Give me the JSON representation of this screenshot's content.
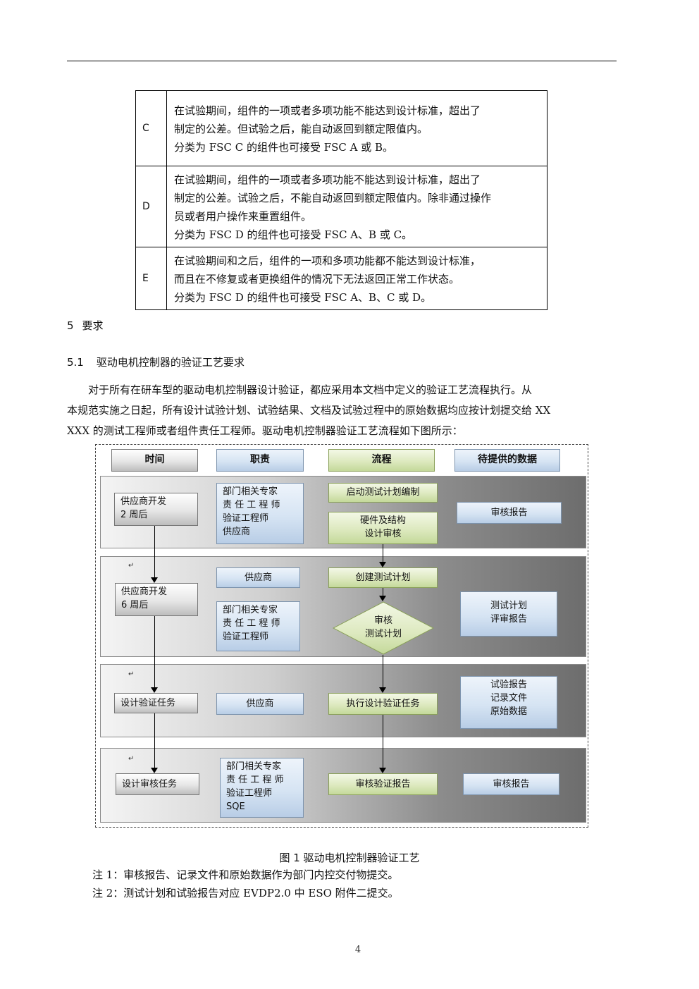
{
  "table": {
    "rows": [
      {
        "class": "C",
        "lines": [
          "在试验期间，组件的一项或者多项功能不能达到设计标准，超出了",
          "制定的公差。但试验之后，能自动返回到额定限值内。",
          "分类为 FSC C 的组件也可接受 FSC A 或 B。"
        ]
      },
      {
        "class": "D",
        "lines": [
          "在试验期间，组件的一项或者多项功能不能达到设计标准，超出了",
          "制定的公差。试验之后，不能自动返回到额定限值内。除非通过操作",
          "员或者用户操作来重置组件。",
          "分类为 FSC D 的组件也可接受 FSC A、B 或 C。"
        ]
      },
      {
        "class": "E",
        "lines": [
          "在试验期间和之后，组件的一项和多项功能都不能达到设计标准，",
          "而且在不修复或者更换组件的情况下无法返回正常工作状态。",
          "分类为 FSC D 的组件也可接受 FSC A、B、C 或 D。"
        ]
      }
    ]
  },
  "section5": {
    "num": "5",
    "title": "要求"
  },
  "section51": {
    "num": "5.1",
    "title": "驱动电机控制器的验证工艺要求"
  },
  "paragraph": [
    "　　对于所有在研车型的驱动电机控制器设计验证，都应采用本文档中定义的验证工艺流程执行。从",
    "本规范实施之日起，所有设计试验计划、试验结果、文档及试验过程中的原始数据均应按计划提交给 XX",
    "XXX 的测试工程师或者组件责任工程师。驱动电机控制器验证工艺流程如下图所示："
  ],
  "figure": {
    "headers": {
      "time": "时间",
      "duty": "职责",
      "process": "流程",
      "data": "待提供的数据"
    },
    "band1": {
      "time": [
        "供应商开发",
        "2 周后"
      ],
      "duty": [
        "部门相关专家",
        "责 任 工 程 师",
        "验证工程师",
        "供应商"
      ],
      "process1": "启动测试计划编制",
      "process2": [
        "硬件及结构",
        "设计审核"
      ],
      "data": "审核报告"
    },
    "band2": {
      "time": [
        "供应商开发",
        "6 周后"
      ],
      "duty1": "供应商",
      "duty2": [
        "部门相关专家",
        "责 任 工 程 师",
        "验证工程师"
      ],
      "process1": "创建测试计划",
      "diamond": [
        "审核",
        "测试计划"
      ],
      "data": [
        "测试计划",
        "评审报告"
      ]
    },
    "band3": {
      "time": "设计验证任务",
      "duty": "供应商",
      "process": "执行设计验证任务",
      "data": [
        "试验报告",
        "记录文件",
        "原始数据"
      ]
    },
    "band4": {
      "time": "设计审核任务",
      "duty": [
        "部门相关专家",
        "责 任 工 程 师",
        "验证工程师",
        "SQE"
      ],
      "process": "审核验证报告",
      "data": "审核报告"
    }
  },
  "caption": "图 1  驱动电机控制器验证工艺",
  "notes": [
    "注 1：审核报告、记录文件和原始数据作为部门内控交付物提交。",
    "注 2：测试计划和试验报告对应 EVDP2.0 中 ESO 附件二提交。"
  ],
  "page_number": "4"
}
